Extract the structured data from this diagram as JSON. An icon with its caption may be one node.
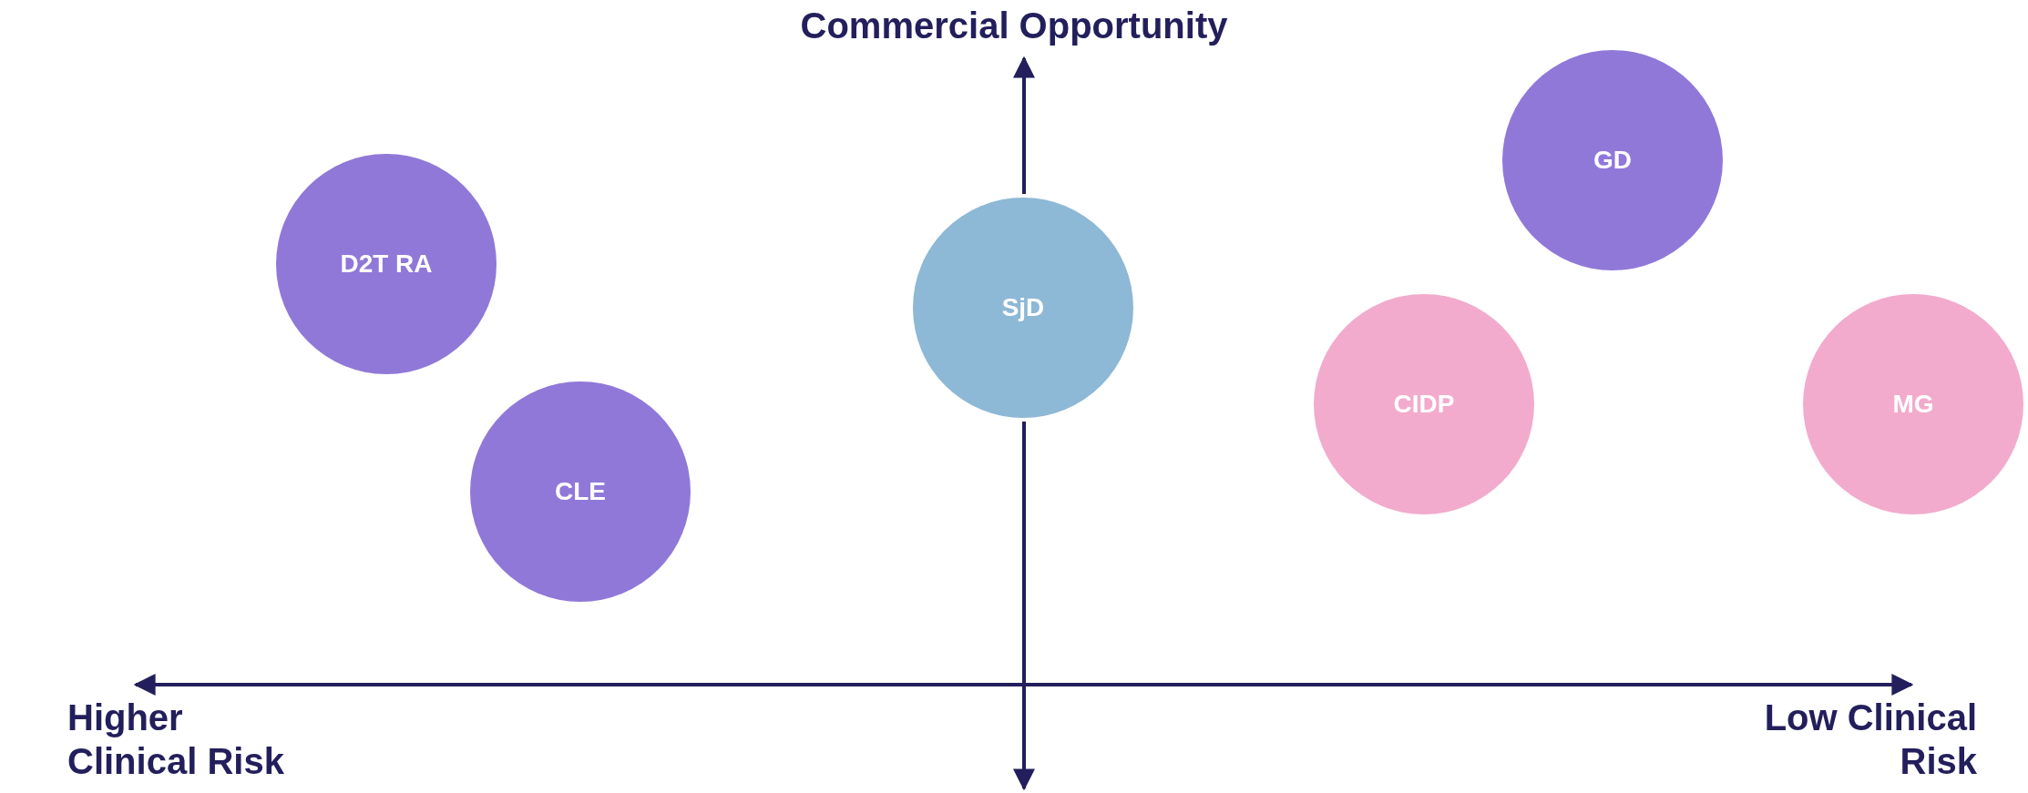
{
  "diagram": {
    "nodes": [
      {
        "text": [
          "D2T RA"
        ]
      },
      {
        "text": [
          "SjD"
        ]
      },
      {
        "text": [
          "GD"
        ]
      },
      {
        "text": [
          "CIDP"
        ]
      },
      {
        "text": [
          "MG"
        ]
      },
      {
        "text": [
          "CLE"
        ]
      }
    ],
    "labels": [
      "Commercial Opportunity",
      "Higher Clinical Risk",
      "Low Clinical Risk"
    ]
  }
}
